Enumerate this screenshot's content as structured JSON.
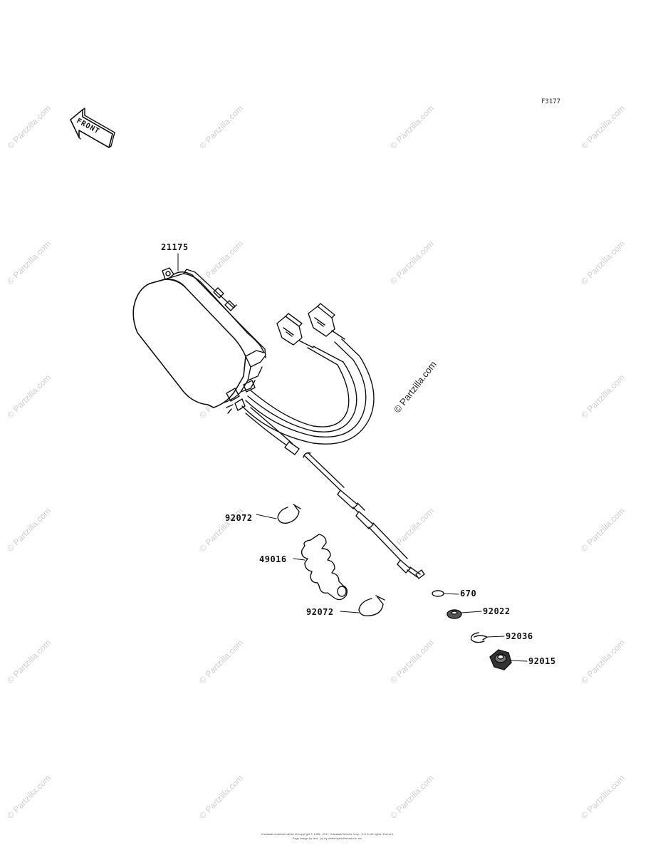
{
  "figure_code": "F3177",
  "front_arrow_text": "FRONT",
  "watermark": "© Partzilla.com",
  "watermark_center": "© Partzilla.com",
  "parts": {
    "p21175": "21175",
    "p92072a": "92072",
    "p49016": "49016",
    "p92072b": "92072",
    "p670": "670",
    "p92022": "92022",
    "p92036": "92036",
    "p92015": "92015"
  },
  "copyright_line1": "Kawasaki materials within all copyright © 1995 - 2017. Kawasaki Motors Corp., U.S.A. All rights reserved.",
  "copyright_line2": "Page design by and - (c) by dealer/partzilla/various, etc."
}
